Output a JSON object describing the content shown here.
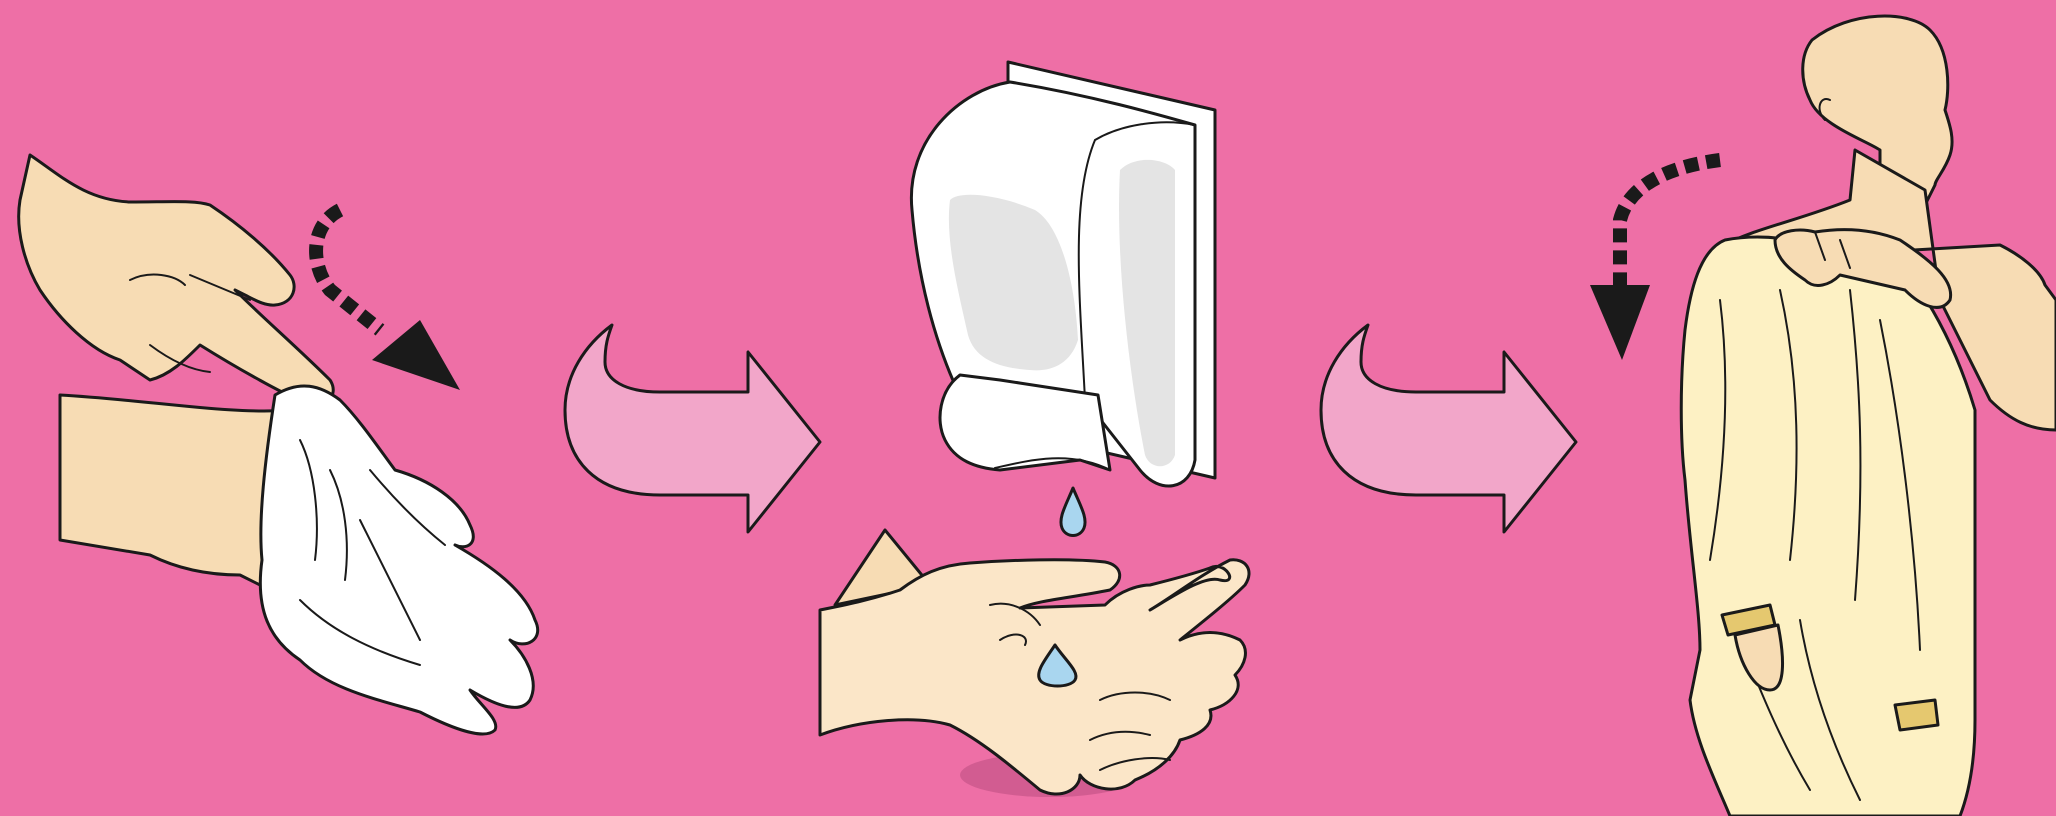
{
  "scene": {
    "background_color": "#ee6fa6",
    "skin_color": "#f7dcb4",
    "skin_light_color": "#fbe6c8",
    "glove_color": "#ffffff",
    "gown_color": "#fdf1c4",
    "cuff_color": "#e5c86f",
    "step_arrow_color": "#f2a6c9",
    "motion_arrow_color": "#1a1a1a",
    "drop_color": "#a9d6ef",
    "steps": [
      {
        "name": "remove-gloves",
        "icon": "glove-removal-icon"
      },
      {
        "name": "hand-hygiene",
        "icon": "sanitizer-dispenser-icon"
      },
      {
        "name": "remove-gown",
        "icon": "gown-removal-icon"
      }
    ],
    "connectors": [
      "step-arrow-icon",
      "step-arrow-icon"
    ]
  }
}
